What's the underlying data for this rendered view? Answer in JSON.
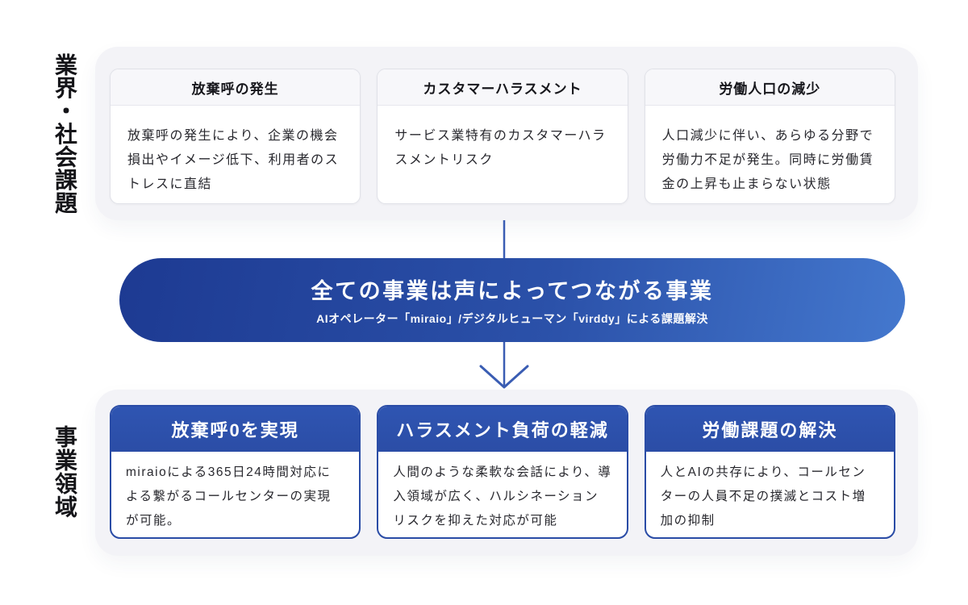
{
  "top_section": {
    "label": "業界・社会課題",
    "cards": [
      {
        "title": "放棄呼の発生",
        "body": "放棄呼の発生により、企業の機会損出やイメージ低下、利用者のストレスに直結"
      },
      {
        "title": "カスタマーハラスメント",
        "body": "サービス業特有のカスタマーハラスメントリスク"
      },
      {
        "title": "労働人口の減少",
        "body": "人口減少に伴い、あらゆる分野で労働力不足が発生。同時に労働賃金の上昇も止まらない状態"
      }
    ]
  },
  "banner": {
    "title": "全ての事業は声によってつながる事業",
    "subtitle": "AIオペレーター「miraio」/デジタルヒューマン「virddy」による課題解決"
  },
  "bottom_section": {
    "label": "事業領域",
    "cards": [
      {
        "title": "放棄呼0を実現",
        "body": "miraioによる365日24時間対応による繋がるコールセンターの実現が可能。"
      },
      {
        "title": "ハラスメント負荷の軽減",
        "body": "人間のような柔軟な会話により、導入領域が広く、ハルシネーションリスクを抑えた対応が可能"
      },
      {
        "title": "労働課題の解決",
        "body": "人とAIの共存により、コールセンターの人員不足の撲滅とコスト増加の抑制"
      }
    ]
  },
  "colors": {
    "banner_gradient_start": "#1d3a92",
    "banner_gradient_end": "#4478ce",
    "domain_header_blue": "#2d51ac",
    "domain_border_blue": "#2a4ca6",
    "arrow_blue": "#3a5db3",
    "panel_background": "#f3f3f7"
  }
}
